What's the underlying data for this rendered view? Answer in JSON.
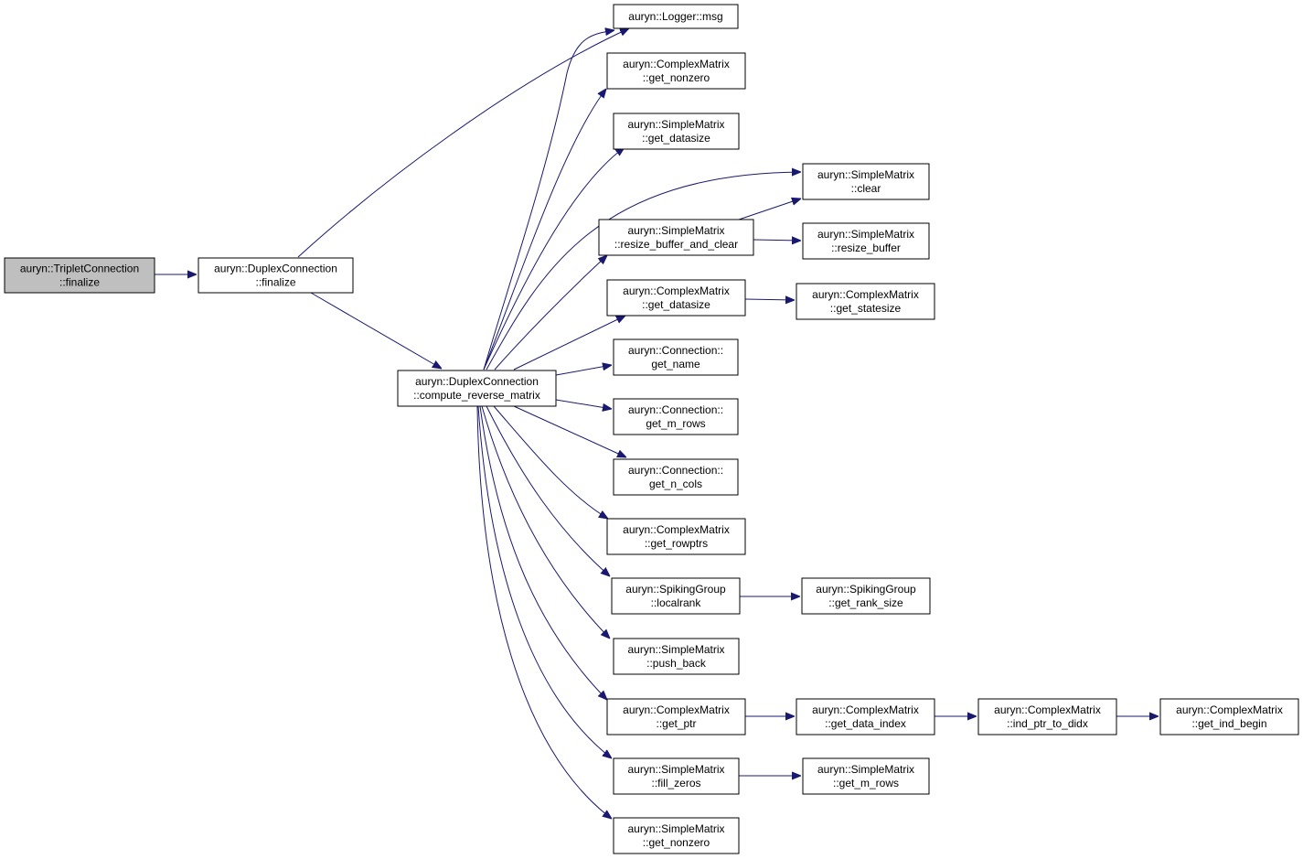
{
  "graph": {
    "edge_color": "#191970",
    "root_fill": "#bfbfbf",
    "nodes": {
      "triplet_finalize": [
        "auryn::TripletConnection",
        "::finalize"
      ],
      "duplex_finalize": [
        "auryn::DuplexConnection",
        "::finalize"
      ],
      "compute_reverse": [
        "auryn::DuplexConnection",
        "::compute_reverse_matrix"
      ],
      "logger_msg": [
        "auryn::Logger::msg"
      ],
      "cm_get_nonzero": [
        "auryn::ComplexMatrix",
        "::get_nonzero"
      ],
      "sm_get_datasize": [
        "auryn::SimpleMatrix",
        "::get_datasize"
      ],
      "sm_clear": [
        "auryn::SimpleMatrix",
        "::clear"
      ],
      "sm_resize_clear": [
        "auryn::SimpleMatrix",
        "::resize_buffer_and_clear"
      ],
      "sm_resize_buffer": [
        "auryn::SimpleMatrix",
        "::resize_buffer"
      ],
      "cm_get_datasize": [
        "auryn::ComplexMatrix",
        "::get_datasize"
      ],
      "cm_get_statesize": [
        "auryn::ComplexMatrix",
        "::get_statesize"
      ],
      "conn_get_name": [
        "auryn::Connection::",
        "get_name"
      ],
      "conn_get_m_rows": [
        "auryn::Connection::",
        "get_m_rows"
      ],
      "conn_get_n_cols": [
        "auryn::Connection::",
        "get_n_cols"
      ],
      "cm_get_rowptrs": [
        "auryn::ComplexMatrix",
        "::get_rowptrs"
      ],
      "sg_localrank": [
        "auryn::SpikingGroup",
        "::localrank"
      ],
      "sg_get_rank_size": [
        "auryn::SpikingGroup",
        "::get_rank_size"
      ],
      "sm_push_back": [
        "auryn::SimpleMatrix",
        "::push_back"
      ],
      "cm_get_ptr": [
        "auryn::ComplexMatrix",
        "::get_ptr"
      ],
      "cm_get_data_index": [
        "auryn::ComplexMatrix",
        "::get_data_index"
      ],
      "cm_ind_ptr_to_didx": [
        "auryn::ComplexMatrix",
        "::ind_ptr_to_didx"
      ],
      "cm_get_ind_begin": [
        "auryn::ComplexMatrix",
        "::get_ind_begin"
      ],
      "sm_fill_zeros": [
        "auryn::SimpleMatrix",
        "::fill_zeros"
      ],
      "sm_get_m_rows": [
        "auryn::SimpleMatrix",
        "::get_m_rows"
      ],
      "sm_get_nonzero": [
        "auryn::SimpleMatrix",
        "::get_nonzero"
      ]
    },
    "edges": [
      [
        "triplet_finalize",
        "duplex_finalize"
      ],
      [
        "duplex_finalize",
        "logger_msg"
      ],
      [
        "duplex_finalize",
        "compute_reverse"
      ],
      [
        "compute_reverse",
        "logger_msg"
      ],
      [
        "compute_reverse",
        "cm_get_nonzero"
      ],
      [
        "compute_reverse",
        "sm_get_datasize"
      ],
      [
        "compute_reverse",
        "sm_clear"
      ],
      [
        "compute_reverse",
        "sm_resize_clear"
      ],
      [
        "compute_reverse",
        "cm_get_datasize"
      ],
      [
        "compute_reverse",
        "conn_get_name"
      ],
      [
        "compute_reverse",
        "conn_get_m_rows"
      ],
      [
        "compute_reverse",
        "conn_get_n_cols"
      ],
      [
        "compute_reverse",
        "cm_get_rowptrs"
      ],
      [
        "compute_reverse",
        "sg_localrank"
      ],
      [
        "compute_reverse",
        "sm_push_back"
      ],
      [
        "compute_reverse",
        "cm_get_ptr"
      ],
      [
        "compute_reverse",
        "sm_fill_zeros"
      ],
      [
        "compute_reverse",
        "sm_get_nonzero"
      ],
      [
        "sm_resize_clear",
        "sm_clear"
      ],
      [
        "sm_resize_clear",
        "sm_resize_buffer"
      ],
      [
        "cm_get_datasize",
        "cm_get_statesize"
      ],
      [
        "sg_localrank",
        "sg_get_rank_size"
      ],
      [
        "cm_get_ptr",
        "cm_get_data_index"
      ],
      [
        "cm_get_data_index",
        "cm_ind_ptr_to_didx"
      ],
      [
        "cm_ind_ptr_to_didx",
        "cm_get_ind_begin"
      ],
      [
        "sm_fill_zeros",
        "sm_get_m_rows"
      ]
    ]
  }
}
